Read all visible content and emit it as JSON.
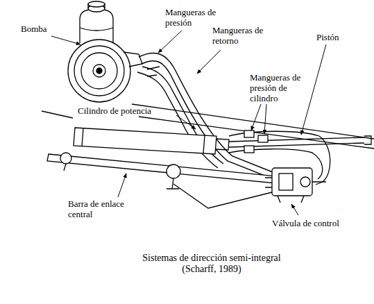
{
  "diagram": {
    "caption": "Sistemas de dirección semi-integral (Scharff, 1989)",
    "labels": [
      "Bomba",
      "Mangueras de presión",
      "Mangueras de retorno",
      "Pistón",
      "Mangueras de presión de cilindro",
      "Cilindro de potencia",
      "Barra de enlace central",
      "Válvula de control"
    ]
  }
}
